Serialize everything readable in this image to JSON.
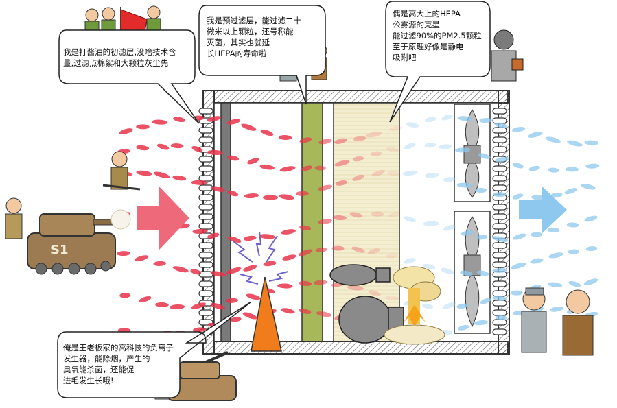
{
  "bubbles": {
    "primary_filter": "我是打酱油的初滤层,没啥技术含\n量,过滤点棉絮和大颗粒灰尘先",
    "pre_filter": "我是预过滤层，能过滤二十\n微米以上颗粒，还号称能\n灭菌，其实也就延\n长HEPA的寿命啦",
    "hepa": "偶是高大上的HEPA\n公雾源的克星\n能过滤90%的PM2.5颗粒\n至于原理好像是静电\n吸附吧",
    "ionizer": "俺是王老板家的高科技的负离子\n发生器，能除烟，产生的\n臭氧能杀菌，还能促\n进毛发生长哦!"
  },
  "tank_marking": "S1",
  "colors": {
    "polluted_air": "#e8344a",
    "clean_air": "#8ec8ee",
    "pre_filter": "#a7b85a",
    "hepa": "#f4eed0",
    "ionizer_cone": "#f07c1c",
    "frame": "#555555"
  },
  "icons": [
    "soldier-icon",
    "tank-icon",
    "flag-icon",
    "gas-mask-soldier-icon",
    "bomb-icon",
    "explosion-icon",
    "fan-icon",
    "arrow-icon",
    "lightning-icon"
  ]
}
